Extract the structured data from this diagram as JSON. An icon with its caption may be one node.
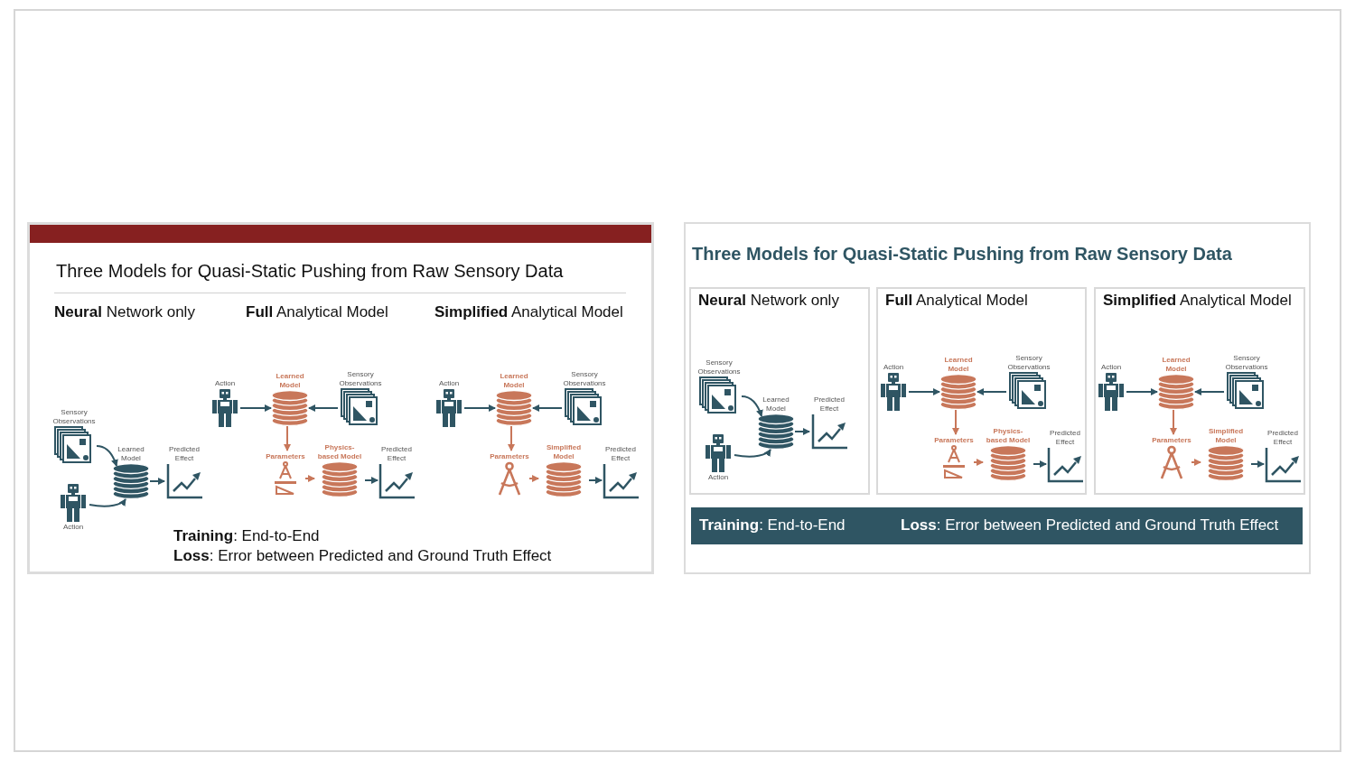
{
  "diagram": {
    "nodes": [
      {
        "text": [
          "Three Models for Quasi-Static Pushing from Raw Sensory Data"
        ]
      },
      {
        "text": [
          "Sensory Observations"
        ],
        "in": 0
      },
      {
        "text": [
          "Learned Model"
        ],
        "in": 0
      },
      {
        "text": [
          "Predicted Effect"
        ],
        "in": 0
      },
      {
        "text": [
          "Action"
        ],
        "in": 0
      },
      {
        "text": [
          "Action"
        ],
        "in": 0
      },
      {
        "text": [
          "Learned Model"
        ],
        "in": 0
      },
      {
        "text": [
          "Sensory Observations"
        ],
        "in": 0
      },
      {
        "text": [
          "Parameters"
        ],
        "in": 0
      },
      {
        "text": [
          "Physics-based Model"
        ],
        "in": 0
      },
      {
        "text": [
          "Predicted Effect"
        ],
        "in": 0
      },
      {
        "text": [
          "Action"
        ],
        "in": 0
      },
      {
        "text": [
          "Learned Model"
        ],
        "in": 0
      },
      {
        "text": [
          "Sensory Observations"
        ],
        "in": 0
      },
      {
        "text": [
          "Parameters"
        ],
        "in": 0
      },
      {
        "text": [
          "Simplified Model"
        ],
        "in": 0
      },
      {
        "text": [
          "Predicted Effect"
        ],
        "in": 0
      },
      {
        "text": [
          "Three Models for Quasi-Static Pushing from Raw Sensory Data"
        ]
      },
      {
        "text": [
          "**Neural** Network only"
        ],
        "in": 17
      },
      {
        "text": [
          "Sensory Observations"
        ],
        "in": 18
      },
      {
        "text": [
          "Learned Model"
        ],
        "in": 18
      },
      {
        "text": [
          "Predicted Effect"
        ],
        "in": 18
      },
      {
        "text": [
          "Action"
        ],
        "in": 18
      },
      {
        "text": [
          "**Full** Analytical Model"
        ],
        "in": 17
      },
      {
        "text": [
          "Action"
        ],
        "in": 23
      },
      {
        "text": [
          "Learned Model"
        ],
        "in": 23
      },
      {
        "text": [
          "Sensory Observations"
        ],
        "in": 23
      },
      {
        "text": [
          "Parameters"
        ],
        "in": 23
      },
      {
        "text": [
          "Physics-based Model"
        ],
        "in": 23
      },
      {
        "text": [
          "Predicted Effect"
        ],
        "in": 23
      },
      {
        "text": [
          "**Simplified** Analytical Model"
        ],
        "in": 17
      },
      {
        "text": [
          "Action"
        ],
        "in": 30
      },
      {
        "text": [
          "Learned Model"
        ],
        "in": 30
      },
      {
        "text": [
          "Sensory Observations"
        ],
        "in": 30
      },
      {
        "text": [
          "Parameters"
        ],
        "in": 30
      },
      {
        "text": [
          "Simplified Model"
        ],
        "in": 30
      },
      {
        "text": [
          "Predicted Effect"
        ],
        "in": 30
      },
      {
        "text": [
          "**Training**: End-to-End",
          "**Loss**: Error between Predicted and Ground Truth Effect"
        ],
        "in": 17
      }
    ],
    "edges": [
      {
        "from": 1,
        "to": 2,
        "arrow": "to"
      },
      {
        "from": 4,
        "to": 2,
        "arrow": "to"
      },
      {
        "from": 2,
        "to": 3,
        "arrow": "to"
      },
      {
        "from": 5,
        "to": 6,
        "arrow": "to"
      },
      {
        "from": 7,
        "to": 6,
        "arrow": "to"
      },
      {
        "from": 6,
        "to": 8,
        "arrow": "to",
        "color": "#c8775a"
      },
      {
        "from": 8,
        "to": 9,
        "arrow": "to",
        "color": "#c8775a"
      },
      {
        "from": 9,
        "to": 10,
        "arrow": "to"
      },
      {
        "from": 11,
        "to": 12,
        "arrow": "to"
      },
      {
        "from": 13,
        "to": 12,
        "arrow": "to"
      },
      {
        "from": 12,
        "to": 14,
        "arrow": "to",
        "color": "#c8775a"
      },
      {
        "from": 14,
        "to": 15,
        "arrow": "to",
        "color": "#c8775a"
      },
      {
        "from": 15,
        "to": 16,
        "arrow": "to"
      },
      {
        "from": 19,
        "to": 20,
        "arrow": "to"
      },
      {
        "from": 22,
        "to": 20,
        "arrow": "to"
      },
      {
        "from": 20,
        "to": 21,
        "arrow": "to"
      },
      {
        "from": 24,
        "to": 25,
        "arrow": "to"
      },
      {
        "from": 26,
        "to": 25,
        "arrow": "to"
      },
      {
        "from": 25,
        "to": 27,
        "arrow": "to",
        "color": "#c8775a"
      },
      {
        "from": 27,
        "to": 28,
        "arrow": "to",
        "color": "#c8775a"
      },
      {
        "from": 28,
        "to": 29,
        "arrow": "to"
      },
      {
        "from": 31,
        "to": 32,
        "arrow": "to"
      },
      {
        "from": 33,
        "to": 32,
        "arrow": "to"
      },
      {
        "from": 32,
        "to": 34,
        "arrow": "to",
        "color": "#c8775a"
      },
      {
        "from": 34,
        "to": 35,
        "arrow": "to",
        "color": "#c8775a"
      },
      {
        "from": 35,
        "to": 36,
        "arrow": "to"
      }
    ],
    "labels": [
      "**Neural** Network only",
      "**Full** Analytical Model",
      "**Simplified** Analytical Model",
      "**Training**: End-to-End",
      "**Loss**: Error between Predicted and Ground Truth Effect"
    ]
  }
}
